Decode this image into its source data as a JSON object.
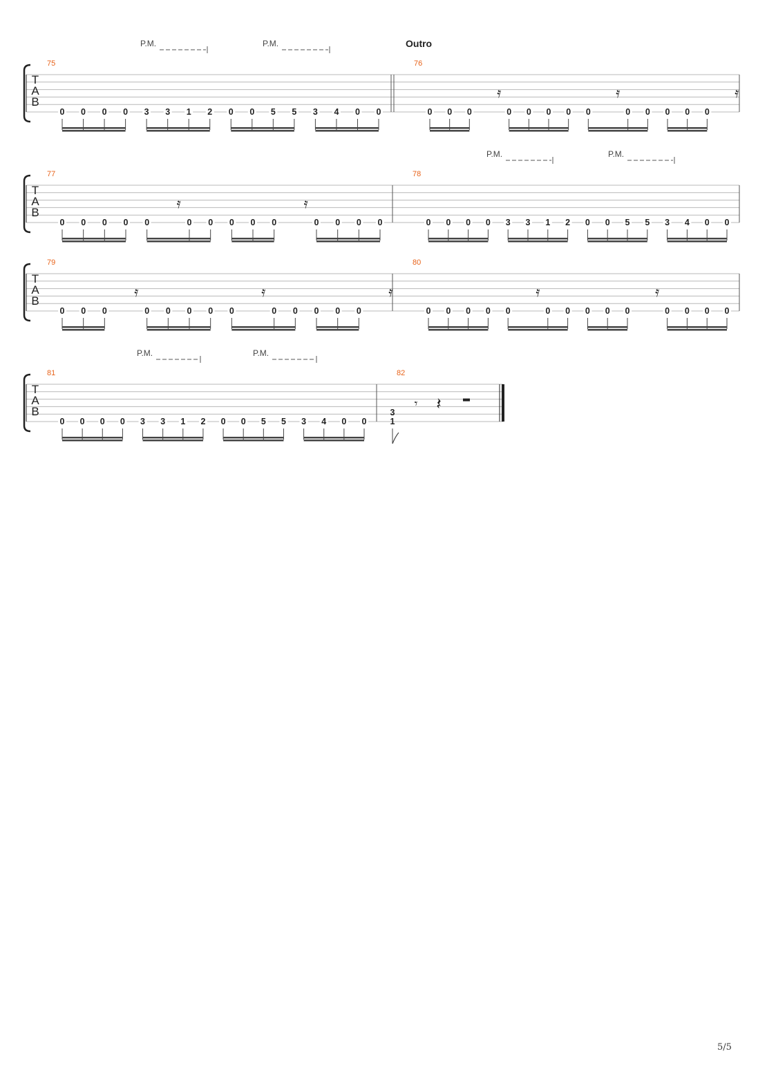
{
  "page_number": "5/5",
  "colors": {
    "measure_number": "#e8631a",
    "staff_line": "#b8b8b8",
    "ink": "#222222"
  },
  "tab_clef": [
    "T",
    "A",
    "B"
  ],
  "systems": [
    {
      "annotations": [
        {
          "type": "palm-mute",
          "text": "P.M."
        },
        {
          "type": "palm-mute",
          "text": "P.M."
        },
        {
          "type": "section",
          "text": "Outro"
        }
      ],
      "measures": [
        {
          "number": "75",
          "frets": [
            "0",
            "0",
            "0",
            "0",
            "3",
            "3",
            "1",
            "2",
            "0",
            "0",
            "5",
            "5",
            "3",
            "4",
            "0",
            "0"
          ],
          "rests": []
        },
        {
          "number": "76",
          "frets": [
            "0",
            "0",
            "0",
            "0",
            "0",
            "0",
            "0",
            "0",
            "0",
            "0",
            "0",
            "0",
            "0"
          ],
          "rests": [
            "sixteenth-rest",
            "sixteenth-rest",
            "sixteenth-rest"
          ]
        }
      ]
    },
    {
      "annotations": [
        {
          "type": "palm-mute",
          "text": "P.M."
        },
        {
          "type": "palm-mute",
          "text": "P.M."
        }
      ],
      "measures": [
        {
          "number": "77",
          "frets": [
            "0",
            "0",
            "0",
            "0",
            "0",
            "0",
            "0",
            "0",
            "0",
            "0",
            "0",
            "0",
            "0",
            "0"
          ],
          "rests": [
            "sixteenth-rest",
            "sixteenth-rest"
          ]
        },
        {
          "number": "78",
          "frets": [
            "0",
            "0",
            "0",
            "0",
            "3",
            "3",
            "1",
            "2",
            "0",
            "0",
            "5",
            "5",
            "3",
            "4",
            "0",
            "0"
          ],
          "rests": []
        }
      ]
    },
    {
      "annotations": [],
      "measures": [
        {
          "number": "79",
          "frets": [
            "0",
            "0",
            "0",
            "0",
            "0",
            "0",
            "0",
            "0",
            "0",
            "0",
            "0",
            "0",
            "0"
          ],
          "rests": [
            "sixteenth-rest",
            "sixteenth-rest",
            "sixteenth-rest"
          ]
        },
        {
          "number": "80",
          "frets": [
            "0",
            "0",
            "0",
            "0",
            "0",
            "0",
            "0",
            "0",
            "0",
            "0",
            "0",
            "0",
            "0",
            "0"
          ],
          "rests": [
            "sixteenth-rest",
            "sixteenth-rest"
          ]
        }
      ]
    },
    {
      "annotations": [
        {
          "type": "palm-mute",
          "text": "P.M."
        },
        {
          "type": "palm-mute",
          "text": "P.M."
        }
      ],
      "measures": [
        {
          "number": "81",
          "frets": [
            "0",
            "0",
            "0",
            "0",
            "3",
            "3",
            "1",
            "2",
            "0",
            "0",
            "5",
            "5",
            "3",
            "4",
            "0",
            "0"
          ],
          "rests": []
        },
        {
          "number": "82",
          "frets": [
            "3",
            "1"
          ],
          "rests": [
            "eighth-rest",
            "quarter-rest",
            "half-rest"
          ]
        }
      ]
    }
  ]
}
